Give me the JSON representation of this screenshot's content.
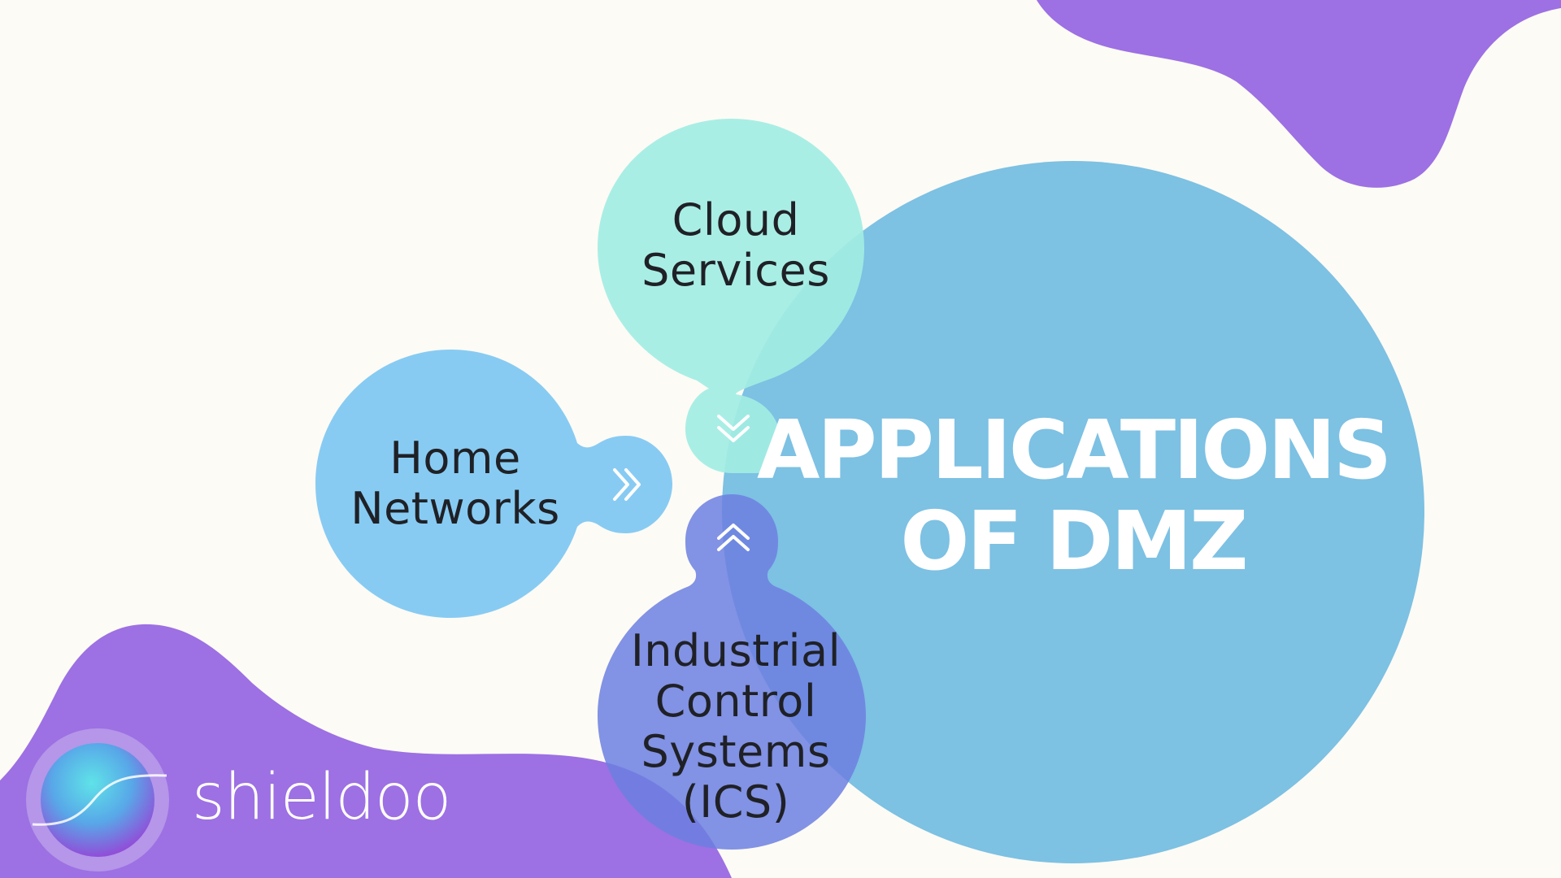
{
  "colors": {
    "background": "#fdfbf5",
    "blob_purple": "#9d70e3",
    "main_circle": "#7dc1e3",
    "cloud_bubble": "#a2ede3",
    "home_bubble": "#81c8f2",
    "ics_bubble": "#6c7fe0"
  },
  "title": {
    "line1": "APPLICATIONS",
    "line2": "OF DMZ"
  },
  "nodes": {
    "cloud": {
      "line1": "Cloud",
      "line2": "Services",
      "arrow": "double-chevron-down-icon"
    },
    "home": {
      "line1": "Home",
      "line2": "Networks",
      "arrow": "double-chevron-right-icon"
    },
    "ics": {
      "line1": "Industrial",
      "line2": "Control",
      "line3": "Systems",
      "line4": "(ICS)",
      "arrow": "double-chevron-up-icon"
    }
  },
  "brand": {
    "name": "shieldoo",
    "logo_icon": "shieldoo-logo-icon"
  }
}
